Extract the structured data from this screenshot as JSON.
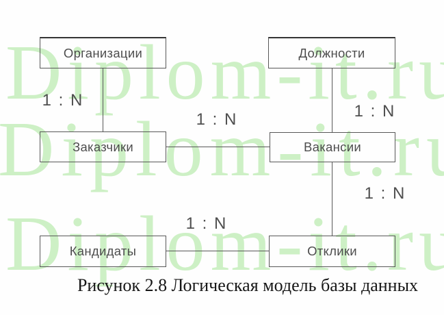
{
  "figure": {
    "caption": "Рисунок 2.8 Логическая модель базы данных"
  },
  "watermark": {
    "text": "Diplom-it.ru",
    "color": "#cdf0c5"
  },
  "diagram": {
    "type": "entity-relationship",
    "entities": [
      {
        "id": "organizations",
        "label": "Организации"
      },
      {
        "id": "positions",
        "label": "Должности"
      },
      {
        "id": "customers",
        "label": "Заказчики"
      },
      {
        "id": "vacancies",
        "label": "Вакансии"
      },
      {
        "id": "candidates",
        "label": "Кандидаты"
      },
      {
        "id": "responses",
        "label": "Отклики"
      }
    ],
    "relations": [
      {
        "from": "Организации",
        "to": "Заказчики",
        "label": "1 : N"
      },
      {
        "from": "Должности",
        "to": "Вакансии",
        "label": "1 : N"
      },
      {
        "from": "Заказчики",
        "to": "Вакансии",
        "label": "1 : N"
      },
      {
        "from": "Вакансии",
        "to": "Отклики",
        "label": "1 : N"
      },
      {
        "from": "Кандидаты",
        "to": "Отклики",
        "label": "1 : N"
      }
    ]
  }
}
